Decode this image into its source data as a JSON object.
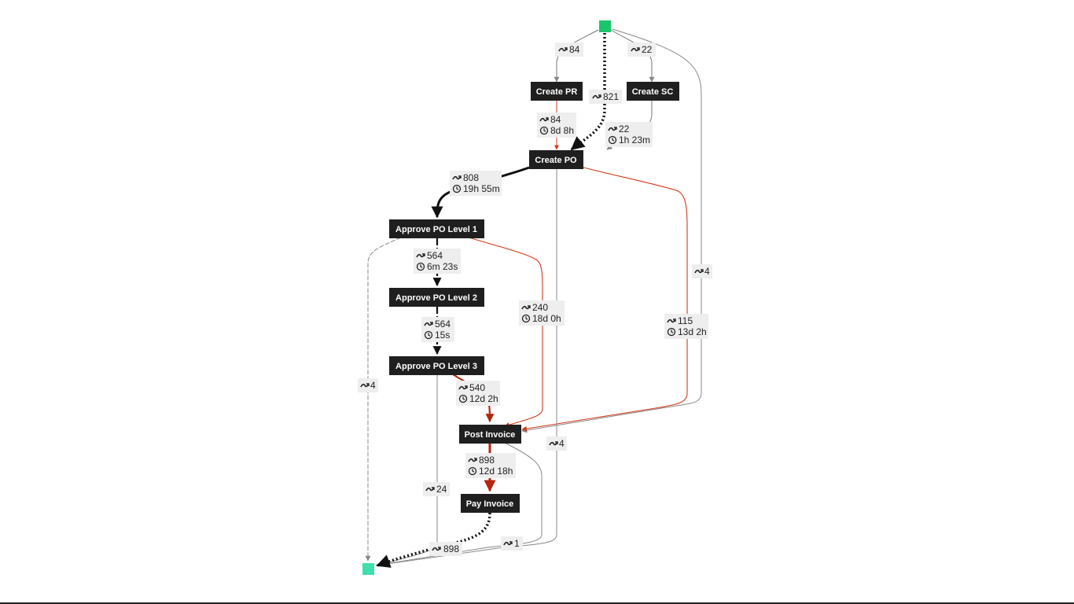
{
  "colors": {
    "start": "#19c66c",
    "end": "#3fe0ad",
    "node_fill": "#1f1f1f",
    "edge_gray": "#888888",
    "edge_black": "#111111",
    "edge_red": "#d2391a",
    "edge_darkred": "#b5260f"
  },
  "icons": {
    "frequency": "path-squiggle-icon",
    "duration": "clock-icon"
  },
  "nodes": {
    "create_pr": "Create PR",
    "create_sc": "Create SC",
    "create_po": "Create PO",
    "approve1": "Approve PO Level 1",
    "approve2": "Approve PO Level 2",
    "approve3": "Approve PO Level 3",
    "post_invoice": "Post Invoice",
    "pay_invoice": "Pay Invoice"
  },
  "edges": {
    "start_pr": {
      "count": "84"
    },
    "start_sc": {
      "count": "22"
    },
    "start_po": {
      "count": "821"
    },
    "start_post": {
      "count": "4"
    },
    "pr_po": {
      "count": "84",
      "time": "8d 8h"
    },
    "sc_po": {
      "count": "22",
      "time": "1h 23m"
    },
    "po_a1": {
      "count": "808",
      "time": "19h 55m"
    },
    "po_post": {
      "count": "115",
      "time": "13d 2h"
    },
    "po_end": {
      "count": "4"
    },
    "a1_a2": {
      "count": "564",
      "time": "6m 23s"
    },
    "a1_post": {
      "count": "240",
      "time": "18d 0h"
    },
    "a1_end": {
      "count": "4"
    },
    "a2_a3": {
      "count": "564",
      "time": "15s"
    },
    "a3_post": {
      "count": "540",
      "time": "12d 2h"
    },
    "a3_end": {
      "count": "24"
    },
    "post_pay": {
      "count": "898",
      "time": "12d 18h"
    },
    "post_end": {
      "count": "1"
    },
    "pay_end": {
      "count": "898"
    }
  }
}
